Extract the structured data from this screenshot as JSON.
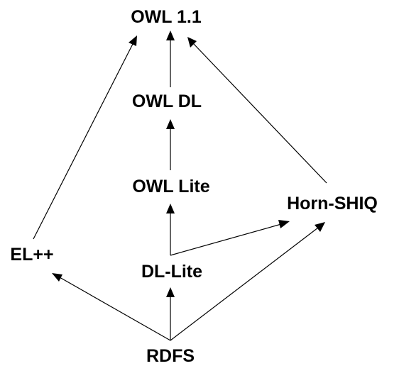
{
  "nodes": {
    "owl11": {
      "label": "OWL 1.1"
    },
    "owldl": {
      "label": "OWL DL"
    },
    "owllite": {
      "label": "OWL Lite"
    },
    "hornshiq": {
      "label": "Horn-SHIQ"
    },
    "elpp": {
      "label": "EL++"
    },
    "dllite": {
      "label": "DL-Lite"
    },
    "rdfs": {
      "label": "RDFS"
    }
  },
  "edges": [
    {
      "from": "owldl",
      "to": "owl11"
    },
    {
      "from": "owllite",
      "to": "owldl"
    },
    {
      "from": "dllite",
      "to": "owllite"
    },
    {
      "from": "dllite",
      "to": "hornshiq"
    },
    {
      "from": "rdfs",
      "to": "dllite"
    },
    {
      "from": "rdfs",
      "to": "elpp"
    },
    {
      "from": "rdfs",
      "to": "hornshiq"
    },
    {
      "from": "elpp",
      "to": "owl11"
    },
    {
      "from": "hornshiq",
      "to": "owl11"
    }
  ]
}
